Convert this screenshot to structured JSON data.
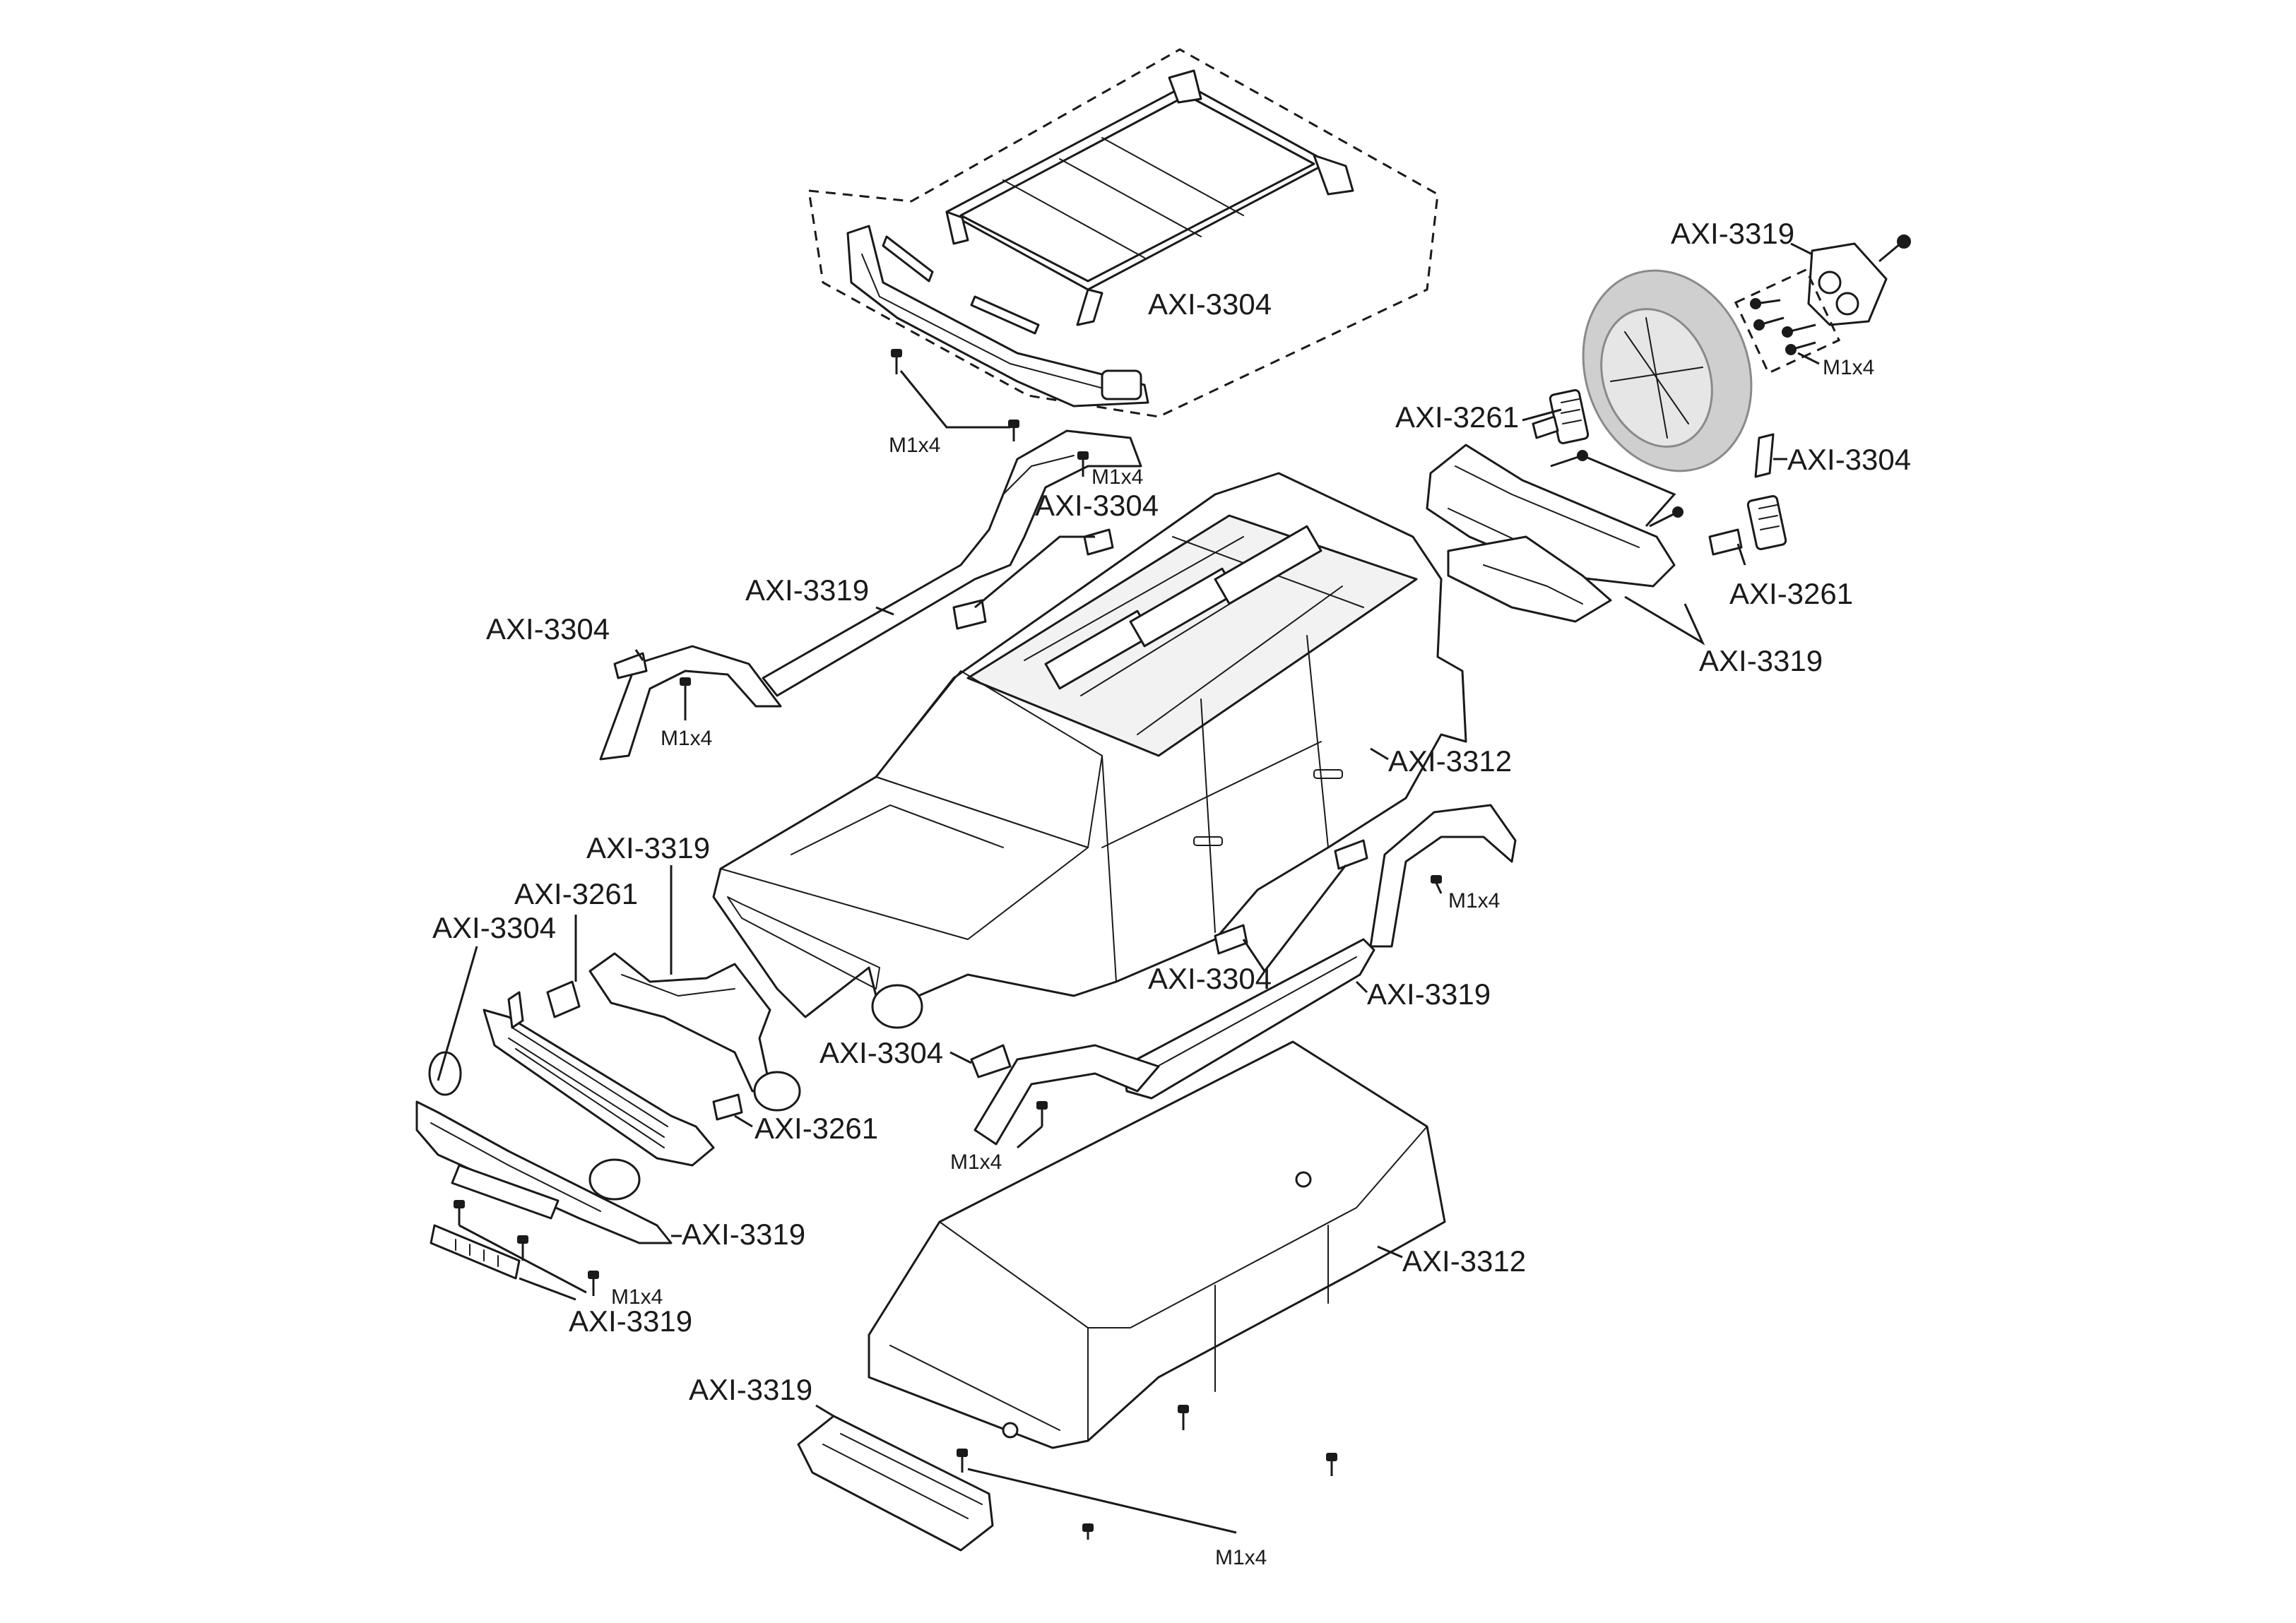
{
  "labels": {
    "roof_rack_kit": "AXI-3304",
    "spare_mount_top": "AXI-3319",
    "tire_screws": "M1x4",
    "rear_light_upper": "AXI-3261",
    "rear_mount_clip": "AXI-3304",
    "rear_light_lower": "AXI-3261",
    "rear_hitch": "AXI-3319",
    "roof_rail_screw": "M1x4",
    "windshield_screws": "M1x4",
    "roof_clips": "AXI-3304",
    "roof_rail": "AXI-3319",
    "rear_fender_clip": "AXI-3304",
    "rear_fender_screw": "M1x4",
    "body_shell": "AXI-3312",
    "front_lamp_bar": "AXI-3319",
    "front_light": "AXI-3261",
    "grille_clips": "AXI-3304",
    "side_fender_screw": "M1x4",
    "side_step_clips": "AXI-3304",
    "side_step": "AXI-3319",
    "front_fender_clip": "AXI-3304",
    "front_fender_screw": "M1x4",
    "fog_light": "AXI-3261",
    "front_bumper": "AXI-3319",
    "bumper_screws": "M1x4",
    "license_plate": "AXI-3319",
    "hardtop": "AXI-3312",
    "skid_plate": "AXI-3319",
    "hardtop_screws": "M1x4"
  }
}
